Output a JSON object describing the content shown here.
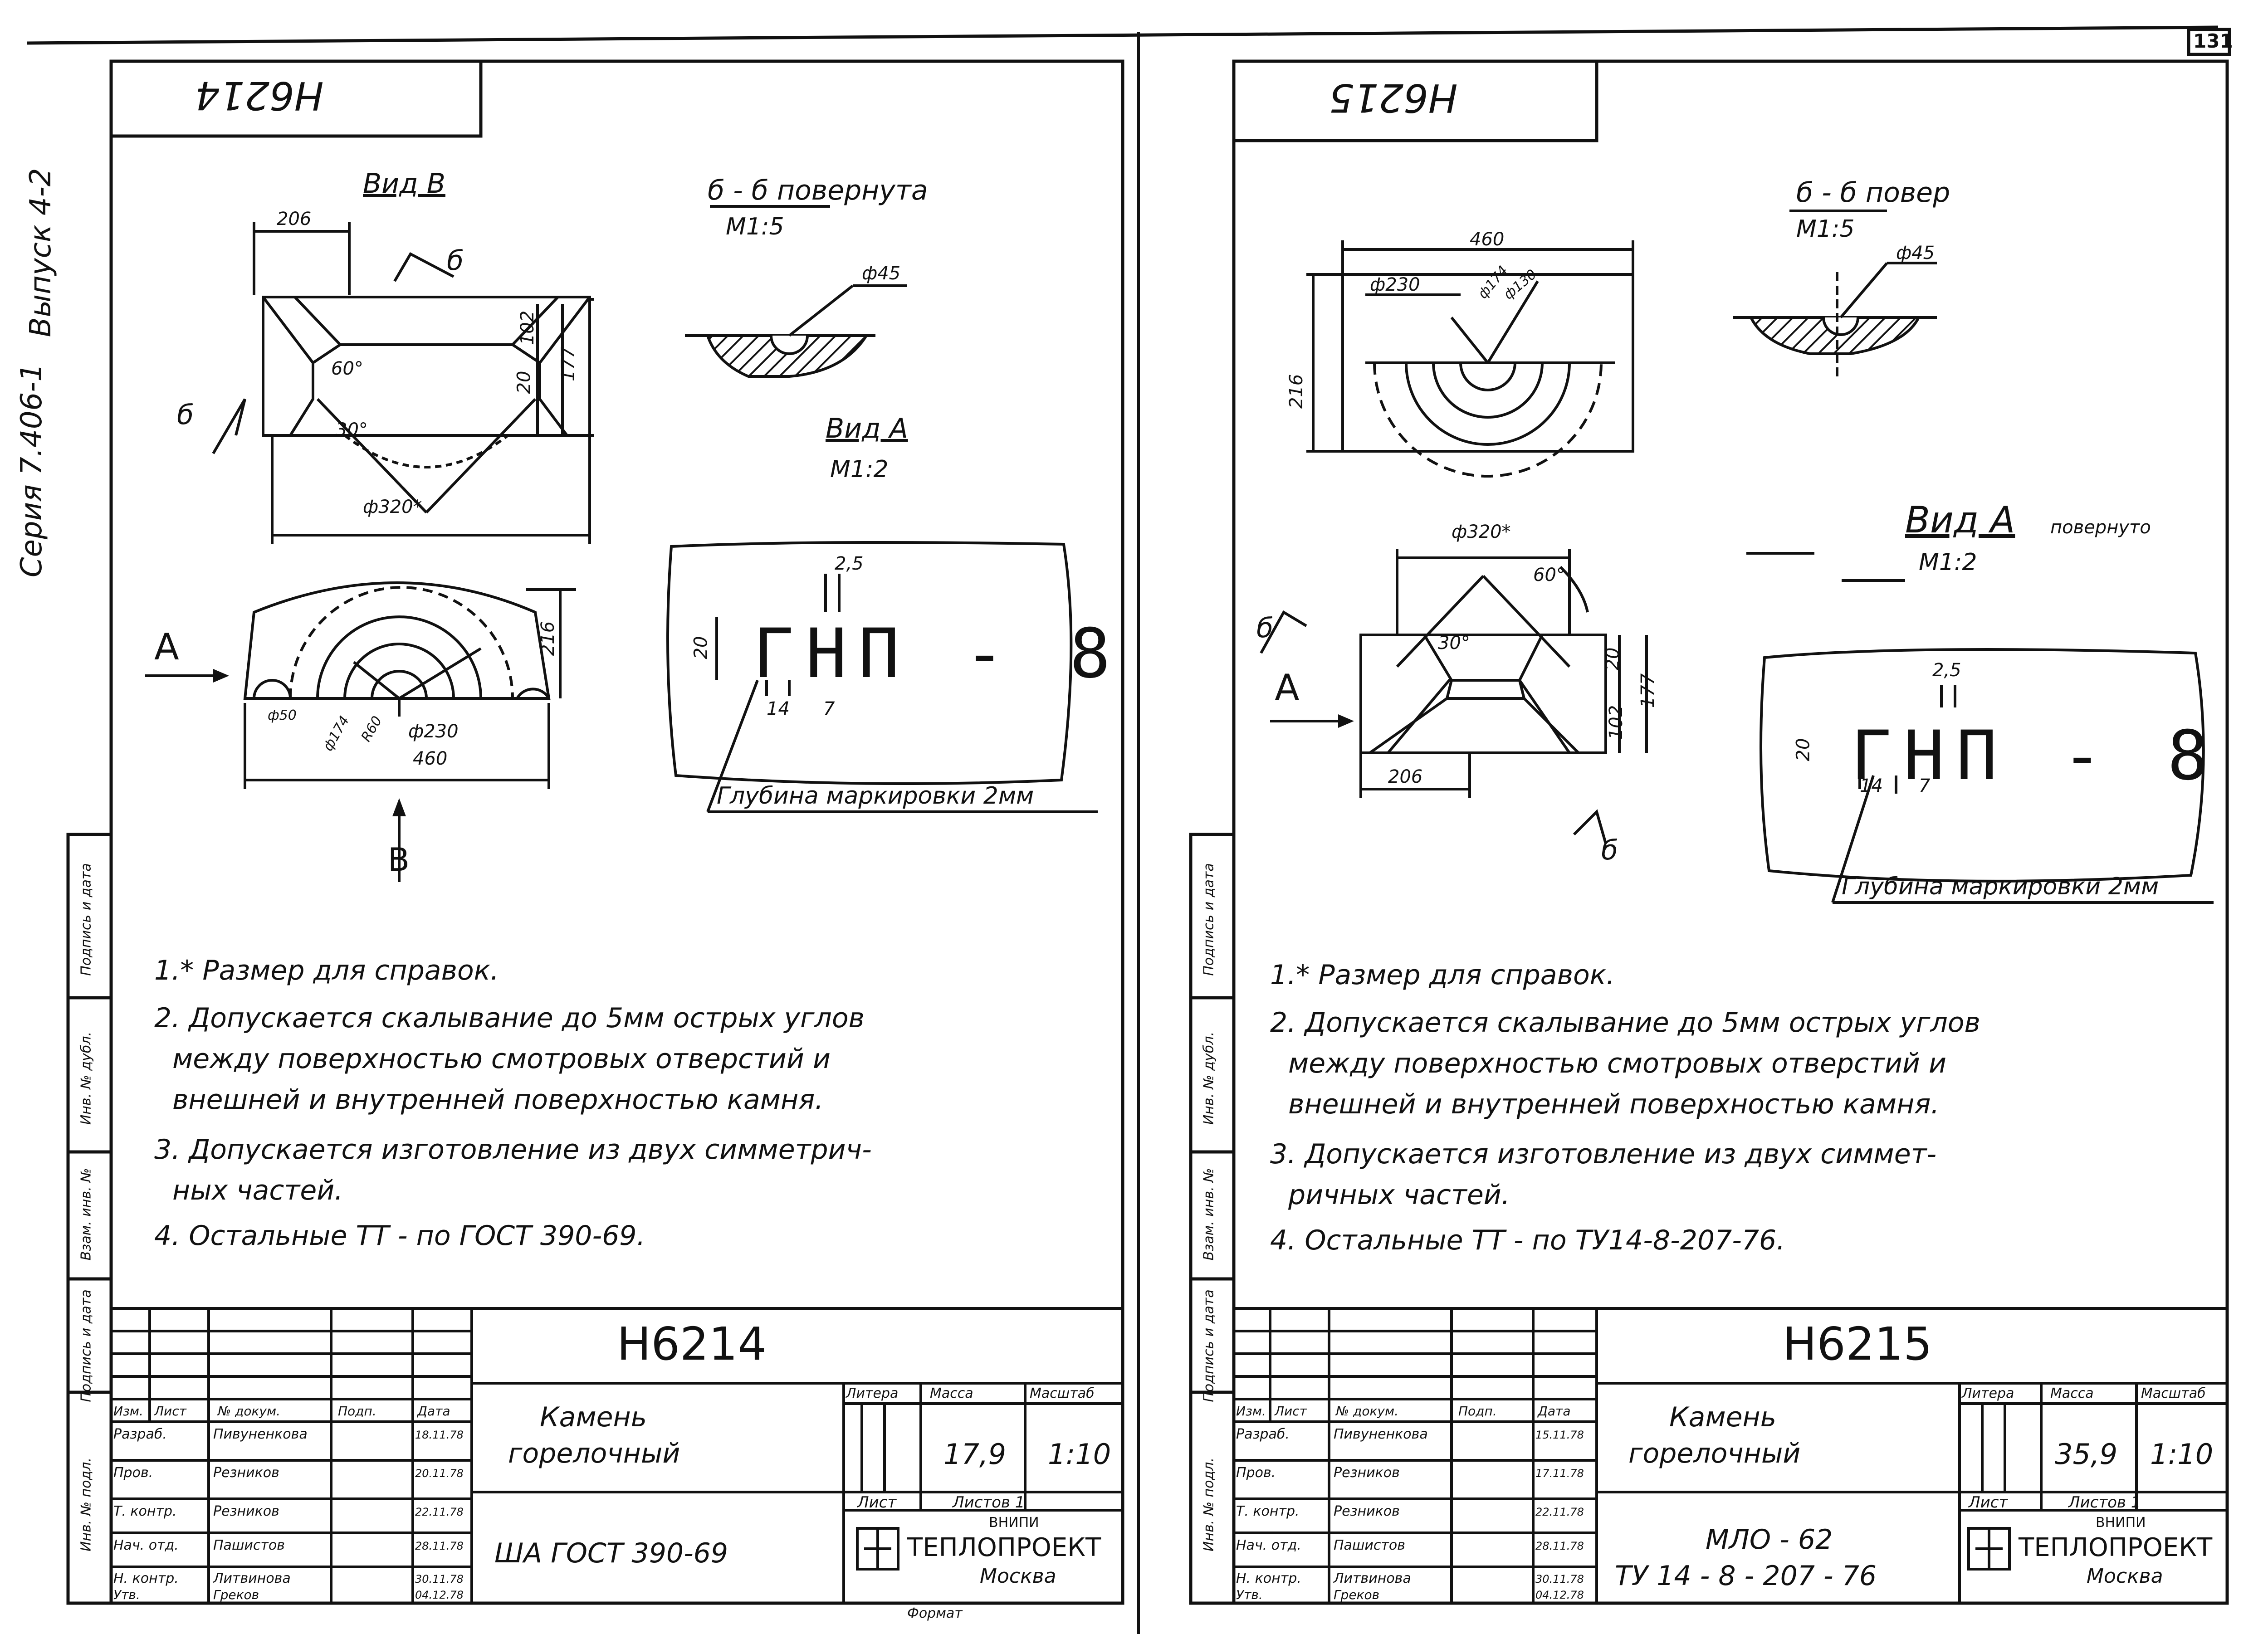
{
  "page_number": "131",
  "side_strip": {
    "series": "Серия 7.406-1",
    "issue": "Выпуск 4-2",
    "left_stamp": [
      "Инв. № подл.",
      "Подпись и дата",
      "Взам. инв. №",
      "Инв. № дубл.",
      "Подпись и дата"
    ],
    "right_stamp": [
      "Инв. № подл.",
      "Подпись и дата",
      "Взам. инв. №",
      "Инв. № дубл.",
      "Подпись и дата"
    ]
  },
  "left_sheet": {
    "stamp_code": "Н6214",
    "view_b_label": "Вид В",
    "section_label": "б - б повернута",
    "section_scale": "М1:5",
    "section_dim": "ф45",
    "view_a_label": "Вид А",
    "view_a_scale": "М1:2",
    "dims": {
      "d206": "206",
      "d102": "102",
      "d177": "177",
      "d20": "20",
      "a60": "60°",
      "a30": "30°",
      "phi320": "ф320*",
      "d216": "216",
      "phi50": "ф50",
      "phi174": "ф174",
      "r60": "R60",
      "phi230": "ф230",
      "d460": "460",
      "cut": "б",
      "arrowA": "А",
      "arrowB": "В"
    },
    "marking": {
      "text": "ГНП - 8",
      "w": "2,5",
      "h": "20",
      "a": "14",
      "b": "7"
    },
    "marking_depth": "Глубина маркировки 2мм",
    "notes": [
      "1.* Размер для справок.",
      "2. Допускается скалывание до 5мм острых углов",
      "между поверхностью смотровых отверстий и",
      "внешней и внутренней поверхностью камня.",
      "3. Допускается изготовление из двух симметрич-",
      "ных частей.",
      "4. Остальные ТТ - по ГОСТ 390-69."
    ],
    "title_block": {
      "code": "Н6214",
      "name_line1": "Камень",
      "name_line2": "горелочный",
      "material": "ША ГОСТ 390-69",
      "litera": "Литера",
      "mass_label": "Масса",
      "scale_label": "Масштаб",
      "mass": "17,9",
      "scale": "1:10",
      "sheet_label": "Лист",
      "sheets_label": "Листов 1",
      "org_top": "ВНИПИ",
      "org": "ТЕПЛОПРОЕКТ",
      "org_city": "Москва",
      "format": "Формат",
      "headers": [
        "Изм.",
        "Лист",
        "№ докум.",
        "Подп.",
        "Дата"
      ],
      "rows": [
        {
          "role": "Разраб.",
          "name": "Пивуненкова",
          "date": "18.11.78"
        },
        {
          "role": "Пров.",
          "name": "Резников",
          "date": "20.11.78"
        },
        {
          "role": "Т. контр.",
          "name": "Резников",
          "date": "22.11.78"
        },
        {
          "role": "Нач. отд.",
          "name": "Пашистов",
          "date": "28.11.78"
        },
        {
          "role": "Н. контр.",
          "name": "Литвинова",
          "date": "30.11.78"
        },
        {
          "role": "Утв.",
          "name": "Греков",
          "date": "04.12.78"
        }
      ]
    }
  },
  "right_sheet": {
    "stamp_code": "Н6215",
    "section_label": "б - б повер",
    "section_scale": "М1:5",
    "section_dim": "ф45",
    "view_a_label": "Вид А",
    "view_a_note": "повернуто",
    "view_a_scale": "М1:2",
    "dims": {
      "d460": "460",
      "phi230": "ф230",
      "phi174": "ф174",
      "phi130": "ф130",
      "d216": "216",
      "phi320": "ф320*",
      "a60": "60°",
      "a30": "30°",
      "d20": "20",
      "d102": "102",
      "d177": "177",
      "d206": "206",
      "cut": "б",
      "arrowA": "А"
    },
    "marking": {
      "text": "ГНП - 8",
      "w": "2,5",
      "h": "20",
      "a": "14",
      "b": "7"
    },
    "marking_depth": "Глубина маркировки 2мм",
    "notes": [
      "1.* Размер для справок.",
      "2. Допускается скалывание до 5мм острых углов",
      "между поверхностью смотровых отверстий и",
      "внешней и внутренней поверхностью камня.",
      "3. Допускается изготовление из двух симмет-",
      "ричных частей.",
      "4. Остальные ТТ - по ТУ14-8-207-76."
    ],
    "title_block": {
      "code": "Н6215",
      "name_line1": "Камень",
      "name_line2": "горелочный",
      "material_line1": "МЛО - 62",
      "material_line2": "ТУ 14 - 8 - 207 - 76",
      "litera": "Литера",
      "mass_label": "Масса",
      "scale_label": "Масштаб",
      "mass": "35,9",
      "scale": "1:10",
      "sheet_label": "Лист",
      "sheets_label": "Листов 1",
      "org_top": "ВНИПИ",
      "org": "ТЕПЛОПРОЕКТ",
      "org_city": "Москва",
      "headers": [
        "Изм.",
        "Лист",
        "№ докум.",
        "Подп.",
        "Дата"
      ],
      "rows": [
        {
          "role": "Разраб.",
          "name": "Пивуненкова",
          "date": "15.11.78"
        },
        {
          "role": "Пров.",
          "name": "Резников",
          "date": "17.11.78"
        },
        {
          "role": "Т. контр.",
          "name": "Резников",
          "date": "22.11.78"
        },
        {
          "role": "Нач. отд.",
          "name": "Пашистов",
          "date": "28.11.78"
        },
        {
          "role": "Н. контр.",
          "name": "Литвинова",
          "date": "30.11.78"
        },
        {
          "role": "Утв.",
          "name": "Греков",
          "date": "04.12.78"
        }
      ]
    }
  }
}
